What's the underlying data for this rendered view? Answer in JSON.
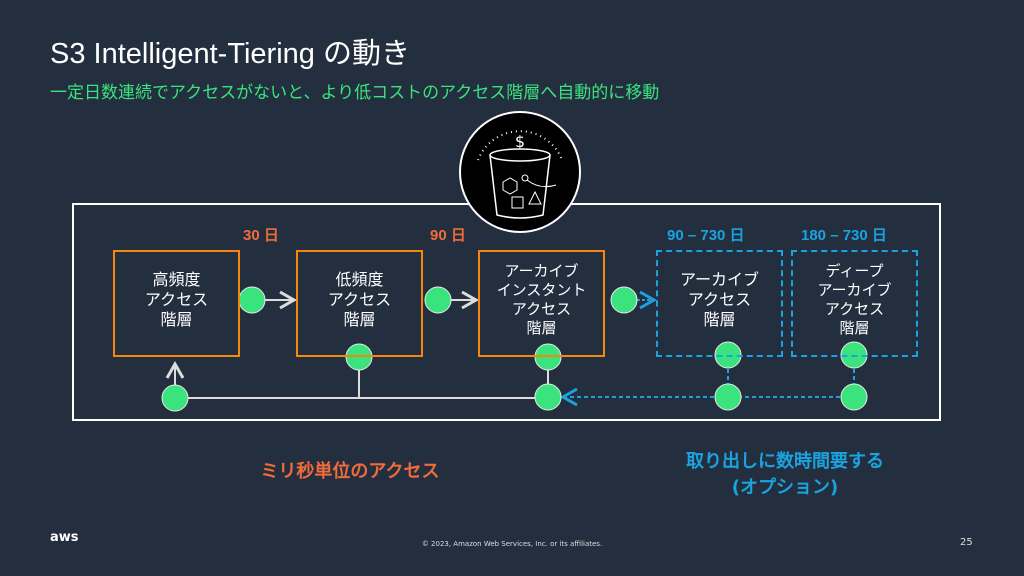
{
  "title": "S3 Intelligent-Tiering の動き",
  "subtitle": "一定日数連続でアクセスがないと、より低コストのアクセス階層へ自動的に移動",
  "tiers": [
    {
      "label": "高頻度\nアクセス\n階層"
    },
    {
      "label": "低頻度\nアクセス\n階層"
    },
    {
      "label": "アーカイブ\nインスタント\nアクセス\n階層"
    },
    {
      "label": "アーカイブ\nアクセス\n階層"
    },
    {
      "label": "ディープ\nアーカイブ\nアクセス\n階層"
    }
  ],
  "thresholds": [
    "30 日",
    "90 日",
    "90 – 730 日",
    "180 – 730 日"
  ],
  "notes": {
    "millisecond": "ミリ秒単位のアクセス",
    "optional": "取り出しに数時間要する\n(オプション)"
  },
  "footer": {
    "copyright": "© 2023, Amazon Web Services, Inc. or its affiliates.",
    "page": "25",
    "logo": "aws"
  },
  "colors": {
    "bg": "#232f3e",
    "green": "#3be37f",
    "orange": "#f7860e",
    "blue": "#1aa3e0"
  }
}
